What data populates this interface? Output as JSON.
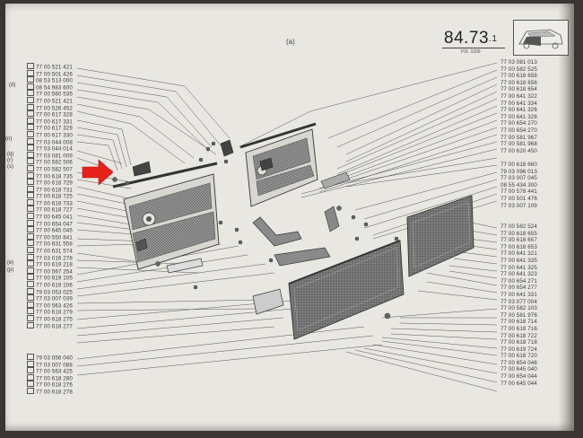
{
  "header": {
    "section_label": "(a)",
    "page_number": "84.73",
    "page_sub": ".1",
    "pr_code": "P.R. 1009"
  },
  "thumbnail": {
    "icon": "car-door-thumbnail-icon"
  },
  "pointer": {
    "icon": "red-arrow-icon",
    "color": "#e8201a"
  },
  "left_markers": [
    "(d)",
    "(q)",
    "(r)",
    "(s)",
    "(p)",
    "(e)",
    "(n)"
  ],
  "left_column": [
    "77 00 521 421",
    "77 00 501 426",
    "08 53 513 000",
    "08 54 983 600",
    "77 00 560 535",
    "77 00 521 421",
    "77 00 526 452",
    "77 00 617 328",
    "77 00 617 331",
    "77 00 617 329",
    "77 00 617 330",
    "77 03 044 008",
    "77 03 044 014",
    "77 03 081 009",
    "77 00 582 506",
    "77 00 582 507",
    "77 00 618 735",
    "77 00 618 729",
    "77 00 618 731",
    "77 00 618 725",
    "77 00 618 733",
    "77 00 618 727",
    "77 00 645 041",
    "77 00 654 047",
    "77 00 645 045",
    "77 00 550 841",
    "77 00 631 558",
    "77 00 631 574",
    "77 03 016 278",
    "77 00 619 218",
    "77 00 567 254",
    "77 00 619 105",
    "77 00 619 106",
    "79 03 053 025",
    "77 03 007 039",
    "77 00 563 426",
    "77 00 618 279",
    "77 00 618 275",
    "77 00 618 277"
  ],
  "left_bottom_column": [
    "79 03 056 040",
    "77 03 007 088",
    "77 00 563 425",
    "77 00 618 280",
    "77 00 618 276",
    "77 00 618 278"
  ],
  "right_top_column": [
    "77 03 081 013",
    "77 00 582 525",
    "77 00 618 658",
    "77 00 618 656",
    "77 00 618 654",
    "77 00 641 322",
    "77 00 641 334",
    "77 00 641 326",
    "77 00 641 328",
    "77 00 654 270",
    "77 00 654 270",
    "77 00 581 967",
    "77 00 581 968",
    "77 00 620 450"
  ],
  "right_mid_column": [
    "77 00 618 660",
    "79 03 096 013",
    "77 03 007 045",
    "08 55 434 300",
    "77 00 578 441",
    "77 00 501 476",
    "77 03 007 109"
  ],
  "right_lower_column": [
    "77 00 582 524",
    "77 00 618 655",
    "77 00 618 657",
    "77 00 618 653",
    "77 00 641 321",
    "77 00 641 335",
    "77 00 641 325",
    "77 00 641 323",
    "77 00 654 271",
    "77 00 654 277",
    "77 00 641 331",
    "77 03 077 004",
    "77 00 582 103",
    "77 00 581 976",
    "77 00 618 714",
    "77 00 618 716",
    "77 00 618 722",
    "77 00 618 718",
    "77 00 619 724",
    "77 00 618 720",
    "77 00 654 046",
    "77 00 645 040",
    "77 00 654 044",
    "77 00 645 044"
  ],
  "diagram_icons": [
    "door-trim-panel-front-left-icon",
    "door-trim-panel-rear-left-icon",
    "door-trim-panel-front-right-icon",
    "door-trim-panel-rear-right-icon",
    "armrest-icon",
    "door-handle-icon",
    "clip-icon"
  ]
}
